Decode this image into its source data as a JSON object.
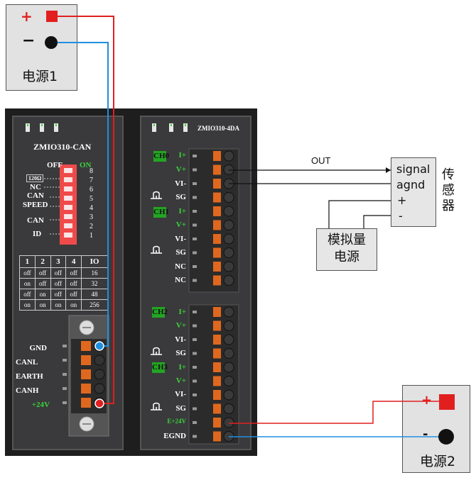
{
  "psu1": {
    "plus": "+",
    "minus": "−",
    "label": "电源1"
  },
  "psu2": {
    "plus": "+",
    "minus": "-",
    "label": "电源2"
  },
  "can_module": {
    "title": "ZMIO310-CAN",
    "off": "OFF",
    "on": "ON",
    "dip_labels": [
      "120Ω",
      "NC",
      "CAN",
      "SPEED",
      "CAN",
      "ID"
    ],
    "dip_numbers": [
      "8",
      "7",
      "6",
      "5",
      "4",
      "3",
      "2",
      "1"
    ],
    "table_header": [
      "1",
      "2",
      "3",
      "4",
      "IO"
    ],
    "table_rows": [
      [
        "off",
        "off",
        "off",
        "off",
        "16"
      ],
      [
        "on",
        "off",
        "off",
        "off",
        "32"
      ],
      [
        "off",
        "on",
        "off",
        "off",
        "48"
      ],
      [
        "on",
        "on",
        "on",
        "on",
        "256"
      ]
    ],
    "terminals": [
      "GND",
      "CANL",
      "EARTH",
      "CANH",
      "+24V"
    ]
  },
  "da_module": {
    "title": "ZMIO310-4DA",
    "ch_labels": [
      "CH0",
      "CH1",
      "CH2",
      "CH3"
    ],
    "top_terminals": [
      "I+",
      "V+",
      "VI-",
      "SG",
      "I+",
      "V+",
      "VI-",
      "SG",
      "NC",
      "NC"
    ],
    "bottom_terminals": [
      "I+",
      "V+",
      "VI-",
      "SG",
      "I+",
      "V+",
      "VI-",
      "SG",
      "E+24V",
      "EGND"
    ]
  },
  "sensor": {
    "signal": "signal",
    "agnd": "agnd",
    "plus": "+",
    "minus": "-",
    "name": "传感器"
  },
  "analog_psu": {
    "line1": "模拟量",
    "line2": "电源"
  },
  "out_label": "OUT",
  "colors": {
    "red_wire": "#e11f1f",
    "blue_wire": "#1f8fe0",
    "orange": "#e0681e",
    "green": "#23a523",
    "module": "#3a3a3c"
  }
}
